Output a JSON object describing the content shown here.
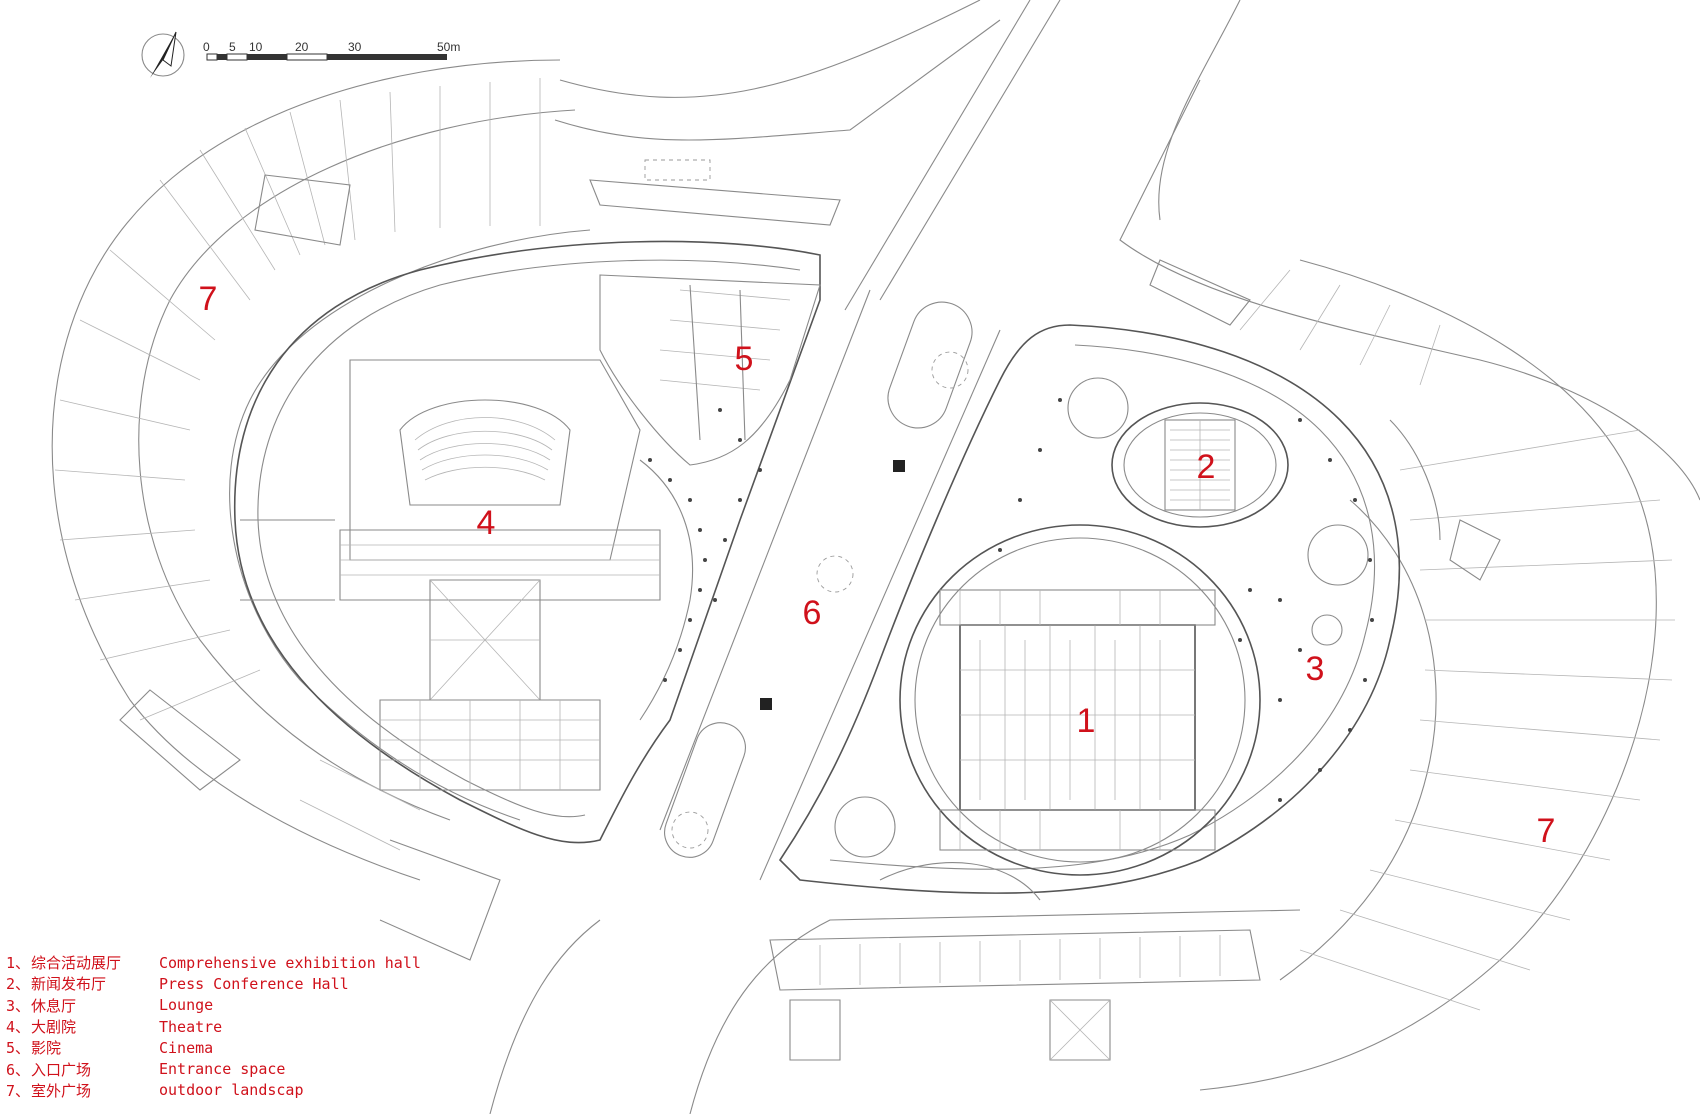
{
  "scale_bar": {
    "ticks": [
      "0",
      "5",
      "10",
      "20",
      "30",
      "50m"
    ]
  },
  "zones": [
    {
      "id": "1",
      "label": "1"
    },
    {
      "id": "2",
      "label": "2"
    },
    {
      "id": "3",
      "label": "3"
    },
    {
      "id": "4",
      "label": "4"
    },
    {
      "id": "5",
      "label": "5"
    },
    {
      "id": "6",
      "label": "6"
    },
    {
      "id": "7a",
      "label": "7"
    },
    {
      "id": "7b",
      "label": "7"
    }
  ],
  "legend": [
    {
      "num": "1、",
      "zh": "综合活动展厅",
      "en": "Comprehensive exhibition hall"
    },
    {
      "num": "2、",
      "zh": "新闻发布厅",
      "en": "Press Conference Hall"
    },
    {
      "num": "3、",
      "zh": "休息厅",
      "en": "Lounge"
    },
    {
      "num": "4、",
      "zh": "大剧院",
      "en": "Theatre"
    },
    {
      "num": "5、",
      "zh": "影院",
      "en": "Cinema"
    },
    {
      "num": "6、",
      "zh": "入口广场",
      "en": "Entrance space"
    },
    {
      "num": "7、",
      "zh": "室外广场",
      "en": "outdoor landscap"
    }
  ],
  "colors": {
    "accent": "#d0111b",
    "linework": "#8a8a8a"
  },
  "icons": {
    "north_arrow": "north-arrow-icon"
  }
}
